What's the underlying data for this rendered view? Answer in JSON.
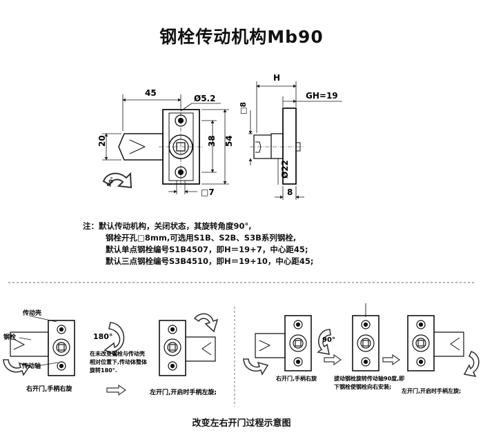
{
  "title": "钢栓传动机构Mb90",
  "dimensions": {
    "d45": "45",
    "d5_2": "Ø5.2",
    "h": "H",
    "gh": "GH=19",
    "sq8": "□8",
    "d20": "20",
    "d38": "38",
    "d54": "54",
    "sq7": "□7",
    "d22": "Ø22",
    "d8": "8",
    "deg": "90°"
  },
  "notes": [
    "注：默认传动机构，关闭状态，其旋转角度90°,",
    "钢栓开孔□8mm,可选用S1B、S2B、S3B系列钢栓,",
    "默认单点钢栓编号S1B4507，即H＝19+7，中心距45;",
    "默认三点钢栓编号S3B4510，即H＝19+10，中心距45;"
  ],
  "process": {
    "label_housing": "传动壳",
    "label_bolt": "钢栓",
    "label_shaft": "传动轴",
    "angle_180": "180°",
    "angle_90": "90°",
    "instruction_a": [
      "在未改变钢栓与传动壳",
      "相对位置下,传动体整体",
      "旋转180°."
    ],
    "instruction_b": [
      "拔动钢栓旋转传动轴90度,即",
      "下钢栓使钢栓向右安装;"
    ],
    "cap_right_open_1": "右开门,手柄右旋",
    "cap_left_open_1": "左开门,开启时手柄左旋;",
    "cap_right_open_2": "右开门,手柄右旋",
    "cap_left_open_2": "左开门,开启时手柄左旋;"
  },
  "footer": "改变左右开门过程示意图"
}
